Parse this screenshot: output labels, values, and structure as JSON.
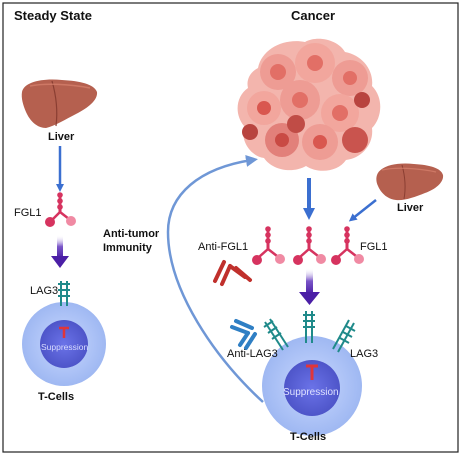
{
  "left_panel": {
    "title": "Steady State",
    "liver": "Liver",
    "fgl1": "FGL1",
    "lag3": "LAG3",
    "suppression": "Suppression",
    "tcells": "T-Cells"
  },
  "right_panel": {
    "title": "Cancer",
    "liver": "Liver",
    "anti_fgl1": "Anti-FGL1",
    "fgl1": "FGL1",
    "anti_lag3": "Anti-LAG3",
    "lag3": "LAG3",
    "suppression": "Suppression",
    "tcells": "T-Cells"
  },
  "middle": {
    "immunity_line1": "Anti-tumor",
    "immunity_line2": "Immunity"
  },
  "colors": {
    "liver": "#b5604f",
    "fgl1_red": "#d6335f",
    "fgl1_pink": "#f08aa3",
    "lag3_teal": "#1f8a8a",
    "antibody_red": "#c0302c",
    "antibody_blue": "#2f7fc4",
    "blue_arrow": "#3b6fd0",
    "purple_arrow": "#5a2db0",
    "cell_outer": "#a9c0f5",
    "cell_inner": "#5a63d8",
    "tumor": "#e88a86"
  }
}
